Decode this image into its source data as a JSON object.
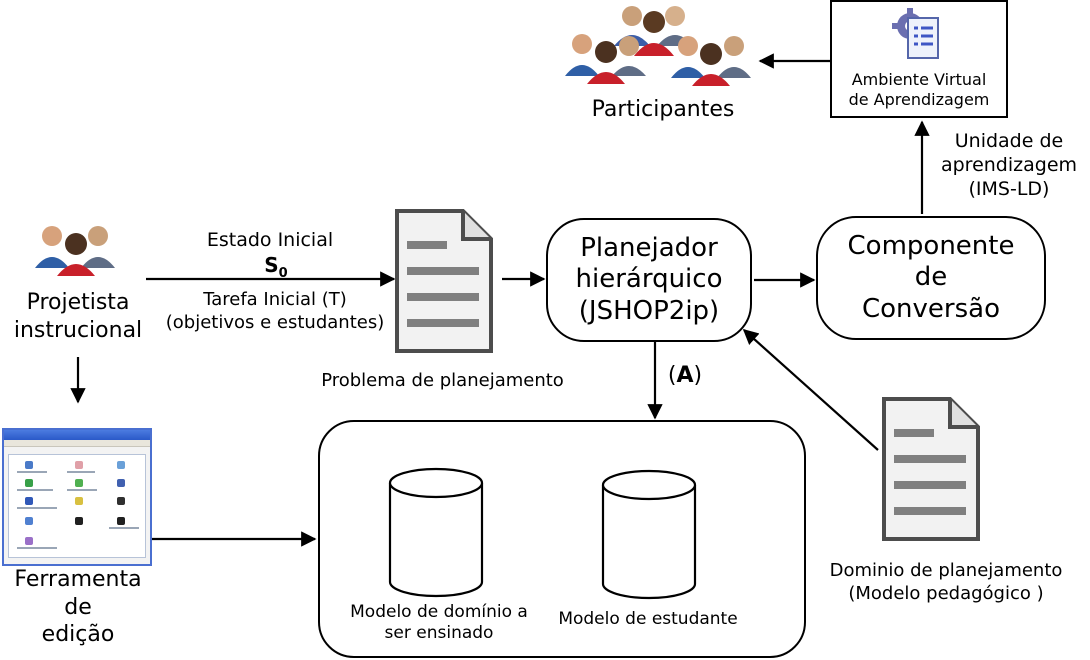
{
  "nodes": {
    "participantes": "Participantes",
    "ava": "Ambiente Virtual\nde Aprendizagem",
    "unidade": "Unidade de\naprendizagem\n(IMS-LD)",
    "estado_inicial": "Estado Inicial",
    "s0_main": "S",
    "s0_sub": "0",
    "tarefa_inicial": "Tarefa Inicial (T)\n(objetivos e estudantes)",
    "projetista": "Projetista\ninstrucional",
    "problema": "Problema de planejamento",
    "planejador": "Planejador\nhierárquico\n(JSHOP2ip)",
    "componente": "Componente\nde\nConversão",
    "annotation_a": "A",
    "dominio": "Dominio de planejamento\n(Modelo pedagógico )",
    "ferramenta": "Ferramenta\nde\nedição",
    "modelo_dominio": "Modelo de domínio a\nser ensinado",
    "modelo_estudante": "Modelo de estudante"
  },
  "icons": {
    "people_group": "people-group-icon",
    "person_pair": "person-group-icon",
    "lms": "gear-document-icon",
    "document": "document-icon",
    "screenshot": "editor-window-thumbnail",
    "database": "database-cylinder-icon"
  },
  "colors": {
    "doc_fill": "#f2f2f2",
    "doc_stroke": "#4d4d4d",
    "doc_lines": "#808080",
    "window_border": "#4a6fd0"
  }
}
